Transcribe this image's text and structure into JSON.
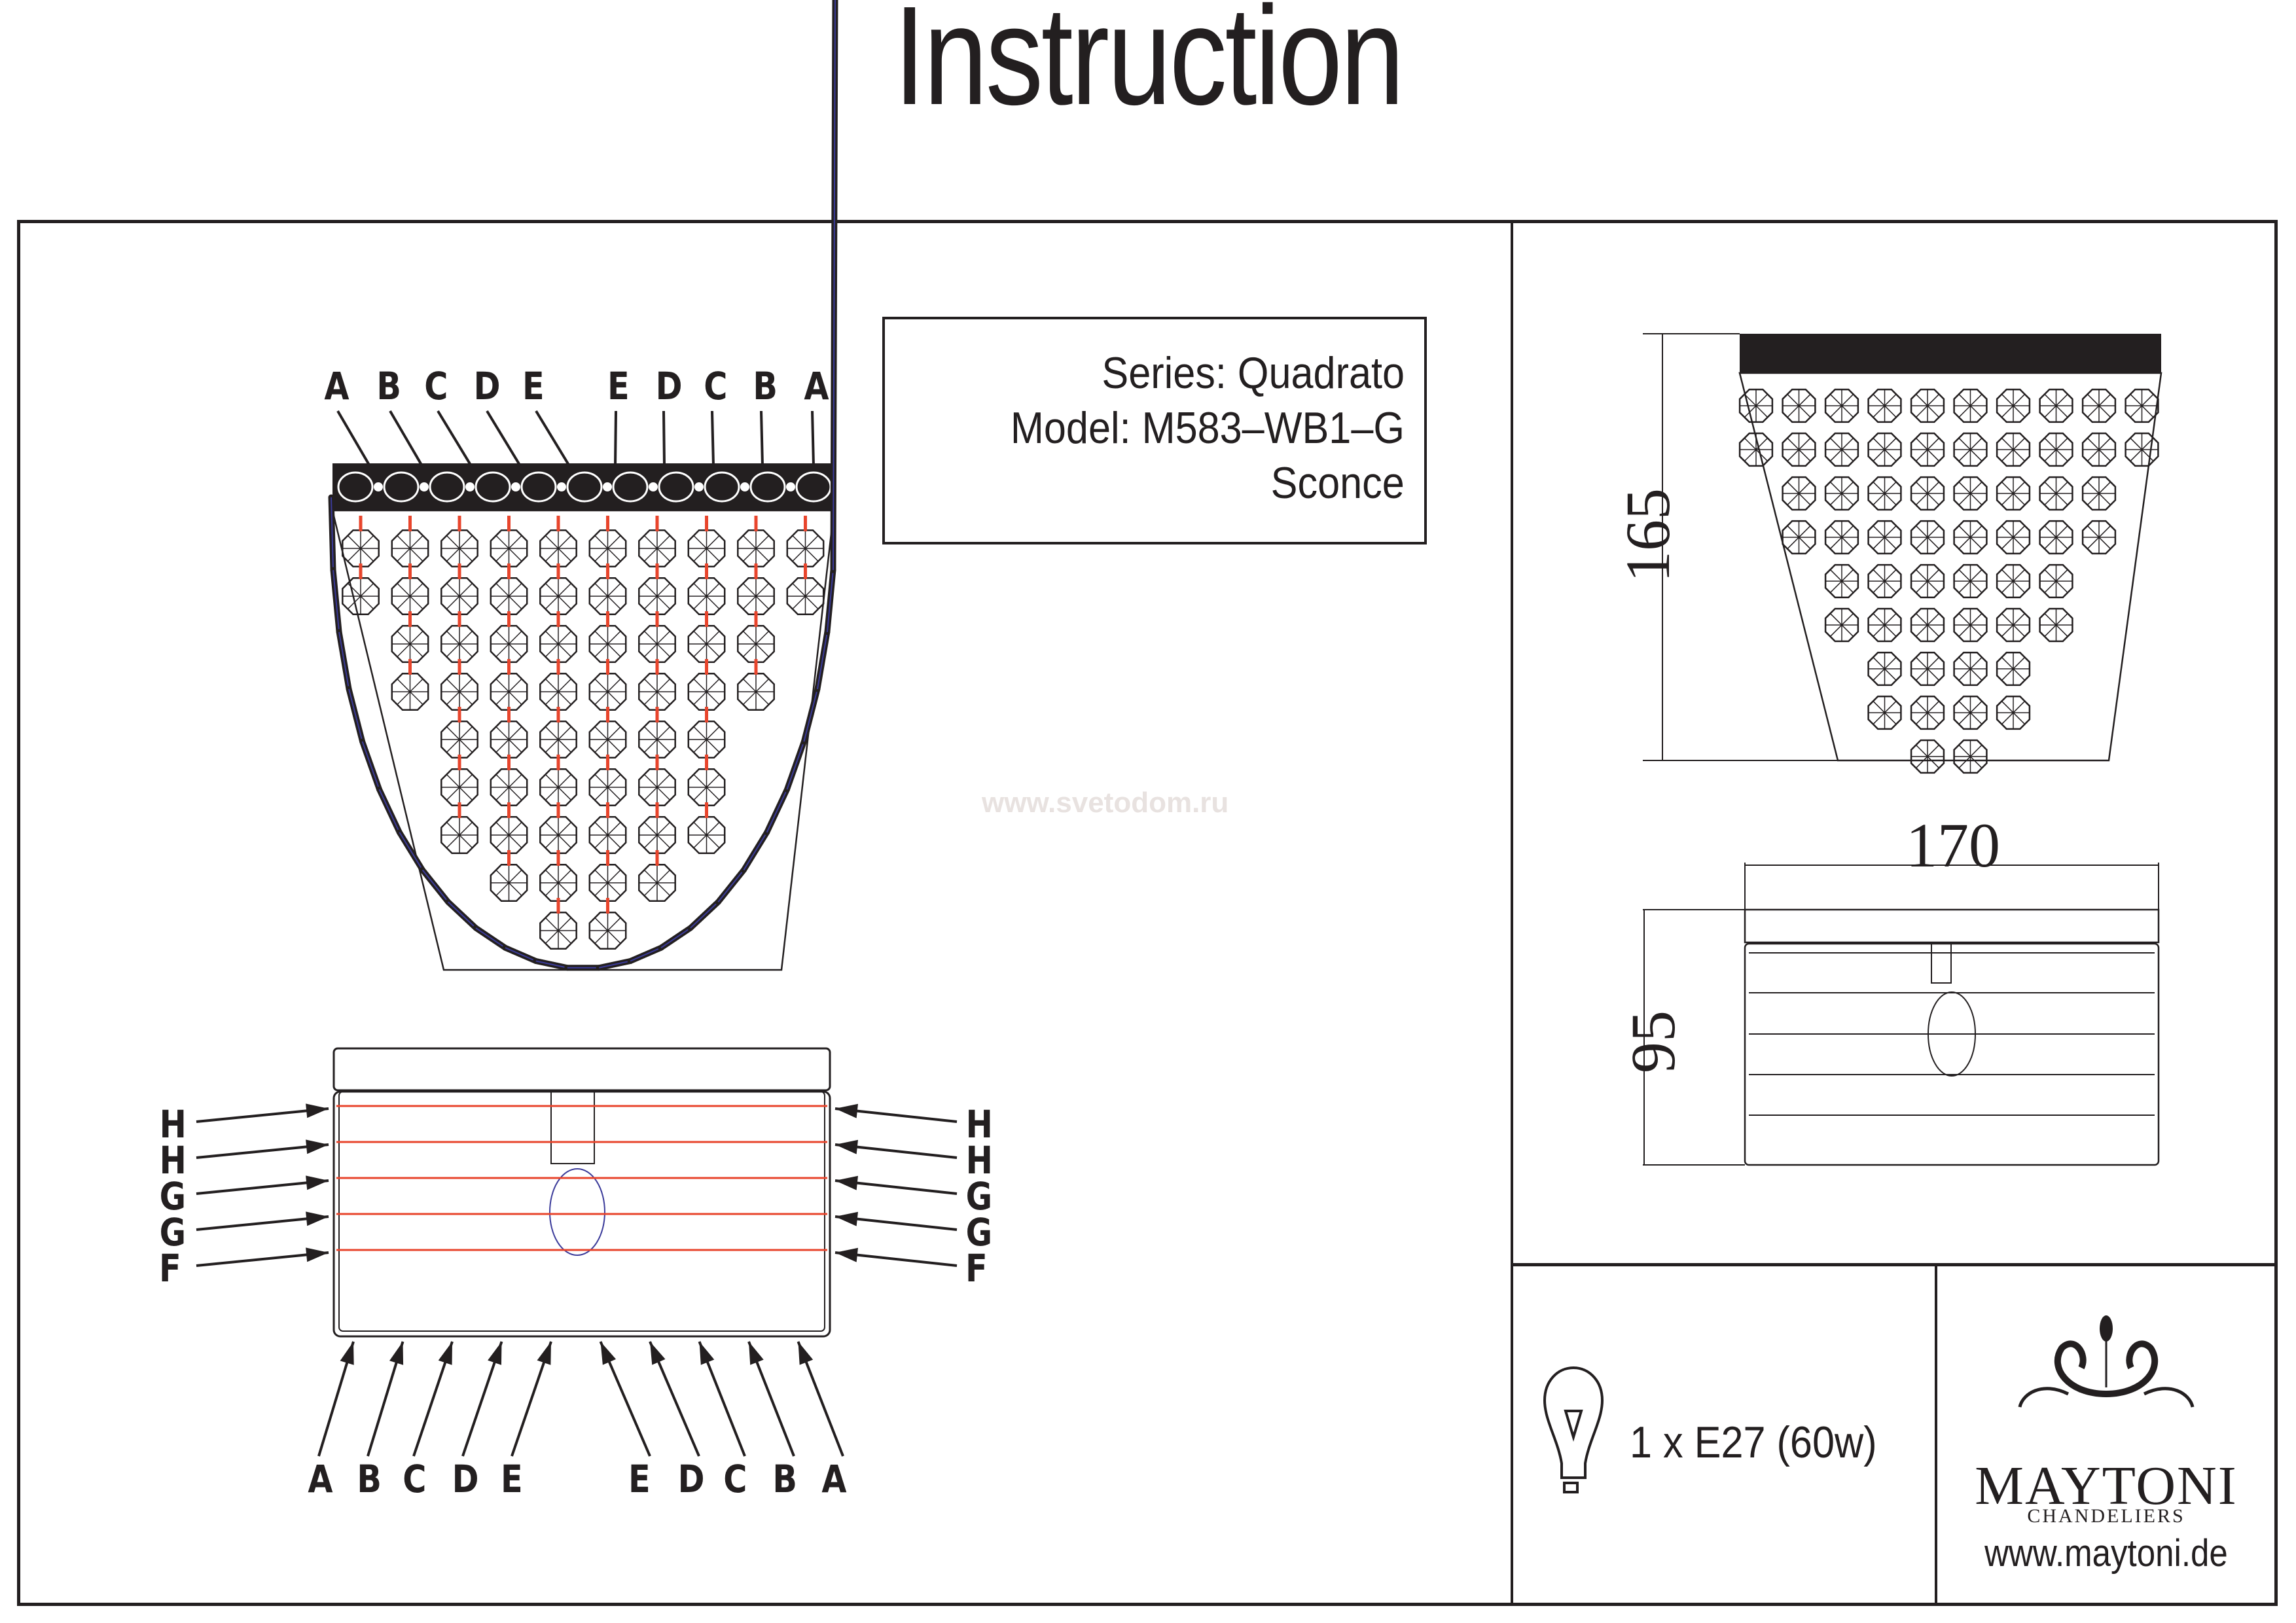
{
  "title": "Instruction",
  "product": {
    "series_line": "Series: Quadrato",
    "model_line": "Model: M583–WB1–G",
    "type_line": "Sconce"
  },
  "watermark": "www.svetodom.ru",
  "front_view": {
    "top_labels": [
      "A",
      "B",
      "C",
      "D",
      "E",
      "E",
      "D",
      "C",
      "B",
      "A"
    ]
  },
  "bottom_view": {
    "left_labels": [
      "H",
      "H",
      "G",
      "G",
      "F"
    ],
    "right_labels": [
      "H",
      "H",
      "G",
      "G",
      "F"
    ],
    "bottom_labels": [
      "A",
      "B",
      "C",
      "D",
      "E",
      "E",
      "D",
      "C",
      "B",
      "A"
    ]
  },
  "dimensions": {
    "height_mm": "165",
    "width_mm": "170",
    "depth_mm": "95"
  },
  "lamp": {
    "icon": "light-bulb-icon",
    "spec": "1 x E27 (60w)"
  },
  "brand": {
    "logo": "chandelier-ornament-icon",
    "name": "MAYTONI",
    "subtitle": "CHANDELIERS",
    "url": "www.maytoni.de"
  },
  "colors": {
    "ink": "#231f20",
    "chain_red": "#e8452c",
    "bulb_outline_blue": "#3b3b9a",
    "watermark": "#e8e2e0"
  }
}
